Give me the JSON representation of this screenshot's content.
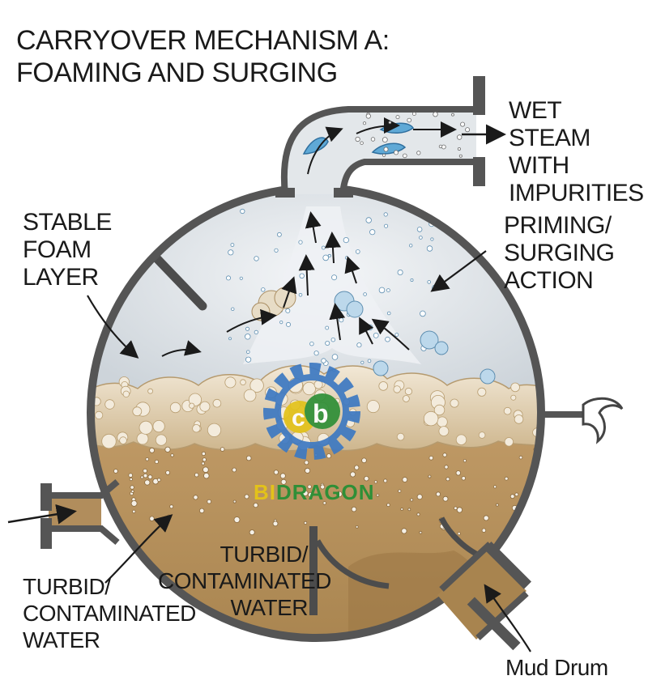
{
  "title": {
    "line1": "CARRYOVER MECHANISM A:",
    "line2": "FOAMING AND SURGING"
  },
  "labels": {
    "wet_steam": [
      "WET STEAM",
      "WITH",
      "IMPURITIES"
    ],
    "stable_foam": [
      "STABLE",
      "FOAM",
      "LAYER"
    ],
    "priming": [
      "PRIMING/",
      "SURGING",
      "ACTION"
    ],
    "turbid_left": [
      "TURBID/",
      "CONTAMINATED",
      "WATER"
    ],
    "turbid_center": [
      "TURBID/",
      "CONTAMINATED",
      "WATER"
    ],
    "mud_drum": "Mud Drum"
  },
  "watermark": {
    "prefix": "BI",
    "suffix": "DRAGON",
    "logo_letters": [
      "c",
      "b"
    ]
  },
  "colors": {
    "outline": "#555555",
    "water": "#b18d5c",
    "foam": "#e2d3b6",
    "steam": "#d5dbe0",
    "droplet": "#5fa9d6",
    "logo_gear": "#3d79c2",
    "logo_yellow": "#e3c21a",
    "logo_green": "#2f8f37"
  },
  "icons": [
    "drum-vessel",
    "steam-outlet-pipe",
    "inlet-pipe",
    "mud-drum-pipe",
    "valve-icon",
    "gear-logo-icon"
  ]
}
